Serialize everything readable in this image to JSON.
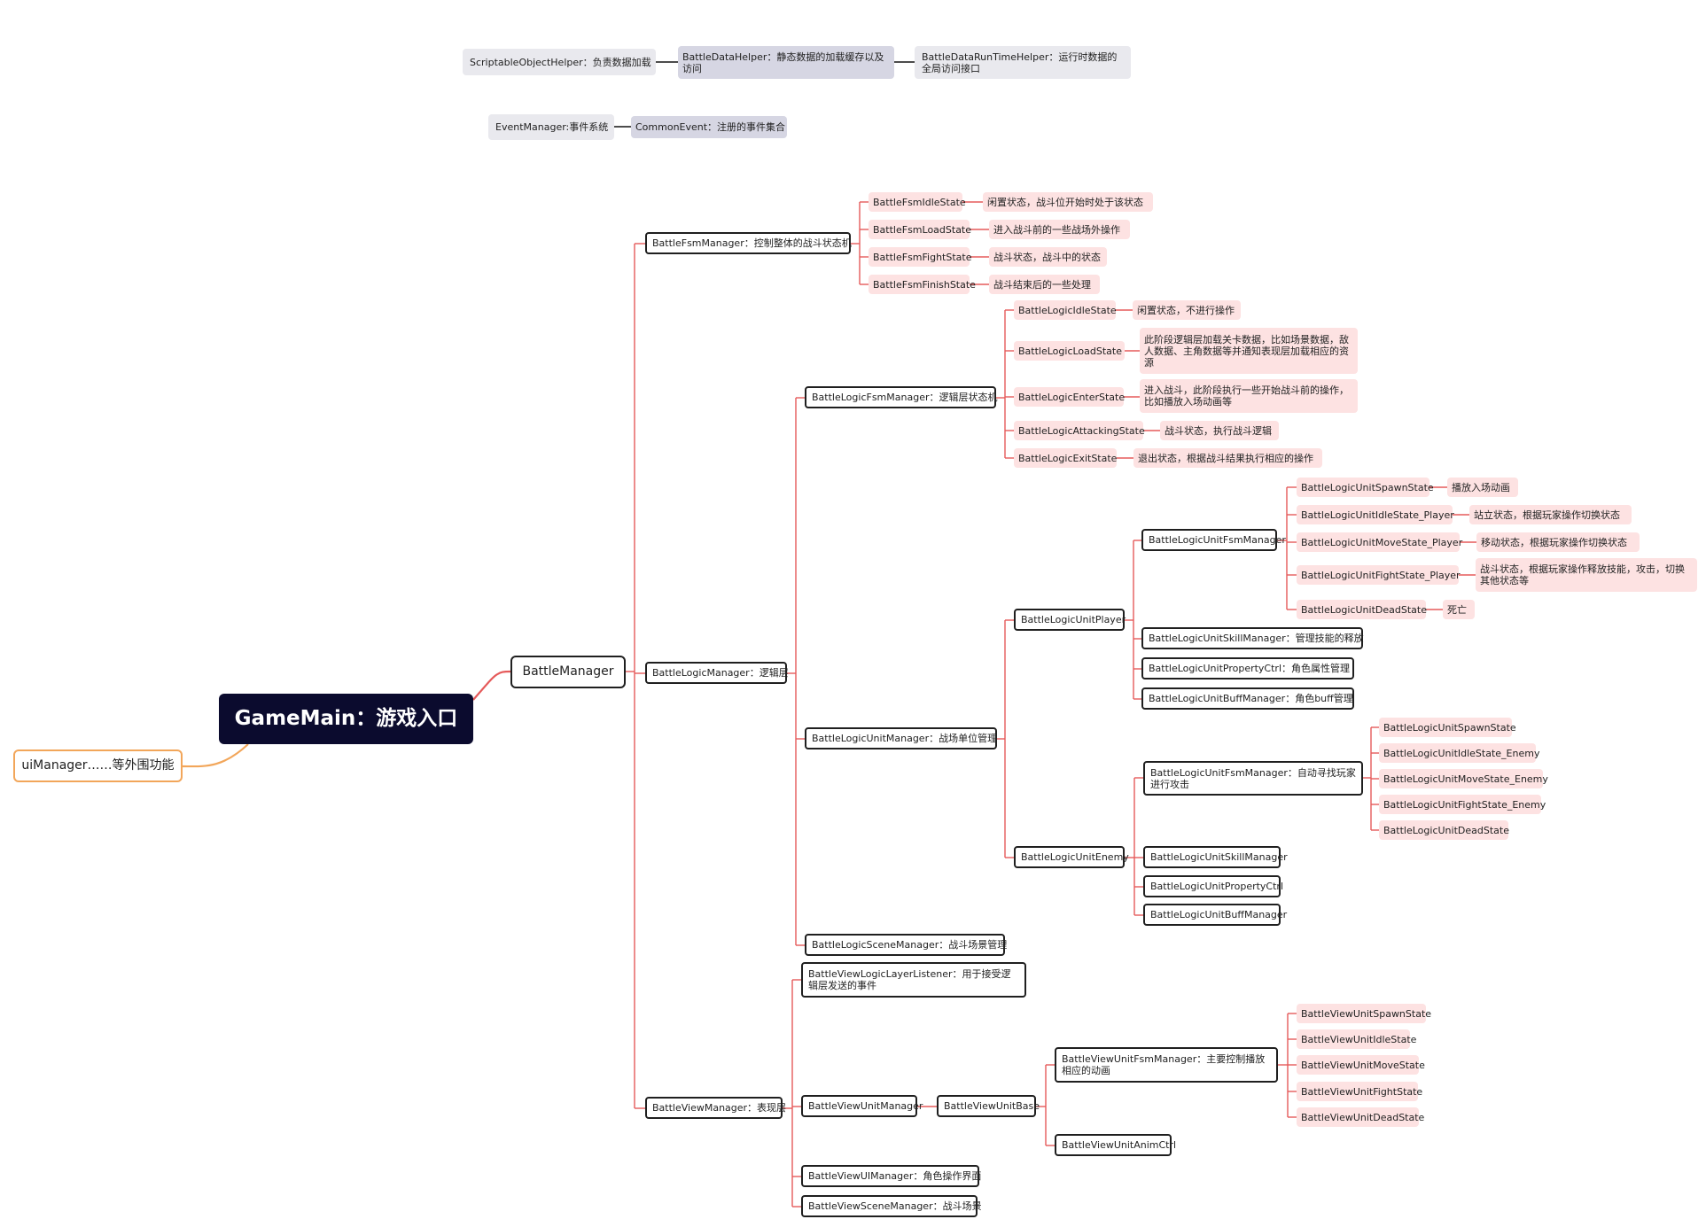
{
  "colors": {
    "branch": "#e55a5a",
    "ui_branch": "#f2a65a",
    "gray_link": "#333333",
    "root_bg": "#0b0b2e",
    "leaf_bg": "#fde2e2"
  },
  "top": {
    "scriptable": "ScriptableObjectHelper：负责数据加载",
    "data_helper": "BattleDataHelper：静态数据的加载缓存以及访问",
    "runtime_helper": "BattleDataRunTimeHelper：运行时数据的全局访问接口",
    "event_manager": "EventManager:事件系统",
    "common_event": "CommonEvent：注册的事件集合"
  },
  "root": {
    "label": "GameMain：游戏入口"
  },
  "ui_manager": "uiManager……等外围功能",
  "battle_manager": "BattleManager",
  "fsm_manager": {
    "label": "BattleFsmManager：控制整体的战斗状态机",
    "states": [
      {
        "name": "BattleFsmIdleState",
        "desc": "闲置状态，战斗位开始时处于该状态"
      },
      {
        "name": "BattleFsmLoadState",
        "desc": "进入战斗前的一些战场外操作"
      },
      {
        "name": "BattleFsmFightState",
        "desc": "战斗状态，战斗中的状态"
      },
      {
        "name": "BattleFsmFinishState",
        "desc": "战斗结束后的一些处理"
      }
    ]
  },
  "logic_manager": {
    "label": "BattleLogicManager：逻辑层",
    "fsm": {
      "label": "BattleLogicFsmManager：逻辑层状态机",
      "states": [
        {
          "name": "BattleLogicIdleState",
          "desc": "闲置状态，不进行操作"
        },
        {
          "name": "BattleLogicLoadState",
          "desc": "此阶段逻辑层加载关卡数据，比如场景数据，敌人数据、主角数据等并通知表现层加载相应的资源"
        },
        {
          "name": "BattleLogicEnterState",
          "desc": "进入战斗，此阶段执行一些开始战斗前的操作，比如播放入场动画等"
        },
        {
          "name": "BattleLogicAttackingState",
          "desc": "战斗状态，执行战斗逻辑"
        },
        {
          "name": "BattleLogicExitState",
          "desc": "退出状态，根据战斗结果执行相应的操作"
        }
      ]
    },
    "unit_manager": {
      "label": "BattleLogicUnitManager：战场单位管理",
      "player": {
        "label": "BattleLogicUnitPlayer",
        "fsm": "BattleLogicUnitFsmManager",
        "states": [
          {
            "name": "BattleLogicUnitSpawnState",
            "desc": "播放入场动画"
          },
          {
            "name": "BattleLogicUnitIdleState_Player",
            "desc": "站立状态，根据玩家操作切换状态"
          },
          {
            "name": "BattleLogicUnitMoveState_Player",
            "desc": "移动状态，根据玩家操作切换状态"
          },
          {
            "name": "BattleLogicUnitFightState_Player",
            "desc": "战斗状态，根据玩家操作释放技能，攻击，切换其他状态等"
          },
          {
            "name": "BattleLogicUnitDeadState",
            "desc": "死亡"
          }
        ],
        "skill": "BattleLogicUnitSkillManager：管理技能的释放",
        "property": "BattleLogicUnitPropertyCtrl：角色属性管理",
        "buff": "BattleLogicUnitBuffManager：角色buff管理"
      },
      "enemy": {
        "label": "BattleLogicUnitEnemy",
        "fsm": "BattleLogicUnitFsmManager：自动寻找玩家进行攻击",
        "states": [
          "BattleLogicUnitSpawnState",
          "BattleLogicUnitIdleState_Enemy",
          "BattleLogicUnitMoveState_Enemy",
          "BattleLogicUnitFightState_Enemy",
          "BattleLogicUnitDeadState"
        ],
        "skill": "BattleLogicUnitSkillManager",
        "property": "BattleLogicUnitPropertyCtrl",
        "buff": "BattleLogicUnitBuffManager"
      }
    },
    "scene_manager": "BattleLogicSceneManager：战斗场景管理"
  },
  "view_manager": {
    "label": "BattleViewManager：表现层",
    "listener": "BattleViewLogicLayerListener：用于接受逻辑层发送的事件",
    "unit_manager": "BattleViewUnitManager",
    "unit_base": "BattleViewUnitBase",
    "unit_fsm": "BattleViewUnitFsmManager：主要控制播放相应的动画",
    "states": [
      "BattleViewUnitSpawnState",
      "BattleViewUnitIdleState",
      "BattleViewUnitMoveState",
      "BattleViewUnitFightState",
      "BattleViewUnitDeadState"
    ],
    "anim_ctrl": "BattleViewUnitAnimCtrl",
    "ui_manager": "BattleViewUIManager：角色操作界面",
    "scene_manager": "BattleViewSceneManager：战斗场景"
  }
}
